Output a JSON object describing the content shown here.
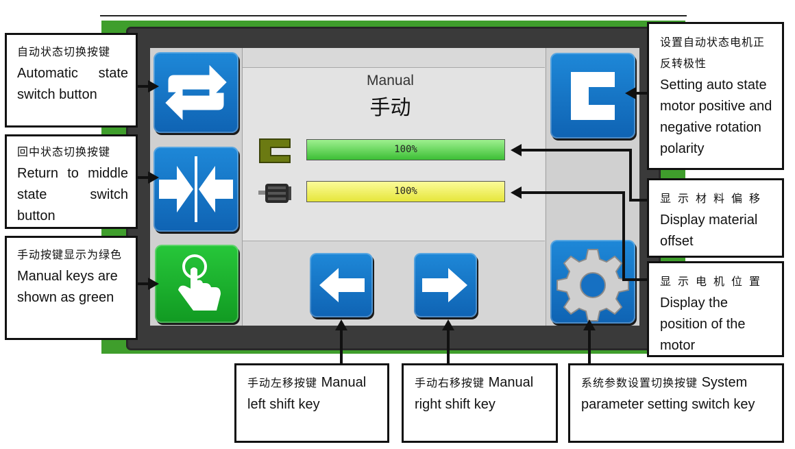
{
  "screen": {
    "title_en": "Manual",
    "title_zh": "手动",
    "material_offset_progress": "100%",
    "motor_position_progress": "100%",
    "material_offset_fraction": 1.0,
    "motor_position_fraction": 1.0,
    "colors": {
      "blue_button": "#1e88d8",
      "green_button": "#27c73a",
      "green_bar": "#5fcf5a",
      "yellow_bar": "#f0f05a",
      "frame_green": "#3f9e2c"
    }
  },
  "icons": {
    "auto_switch": "swap-arrows-icon",
    "return_middle": "converge-arrows-icon",
    "manual": "hand-pointer-icon",
    "polarity": "bracket-icon",
    "settings": "gear-icon",
    "left": "arrow-left-icon",
    "right": "arrow-right-icon",
    "material": "bracket-material-icon",
    "motor": "motor-icon"
  },
  "annotations": {
    "auto_switch": {
      "zh": "自动状态切换按键",
      "en": "Automatic state switch button"
    },
    "return_middle": {
      "zh": "回中状态切换按键",
      "en": "Return to middle state switch button"
    },
    "manual_green": {
      "zh": "手动按键显示为绿色",
      "en": "Manual keys are shown as green"
    },
    "polarity": {
      "zh": "设置自动状态电机正反转极性",
      "en": "Setting auto state motor positive and negative rotation polarity"
    },
    "material_offset": {
      "zh": "显示材料偏移",
      "en": "Display material offset"
    },
    "motor_position": {
      "zh": "显示电机位置",
      "en": "Display the position of the motor"
    },
    "left_shift": {
      "zh": "手动左移按键",
      "en": "Manual left shift key"
    },
    "right_shift": {
      "zh": "手动右移按键",
      "en": "Manual right shift key"
    },
    "system_param": {
      "zh": "系统参数设置切换按键",
      "en": "System parameter setting switch key"
    }
  }
}
